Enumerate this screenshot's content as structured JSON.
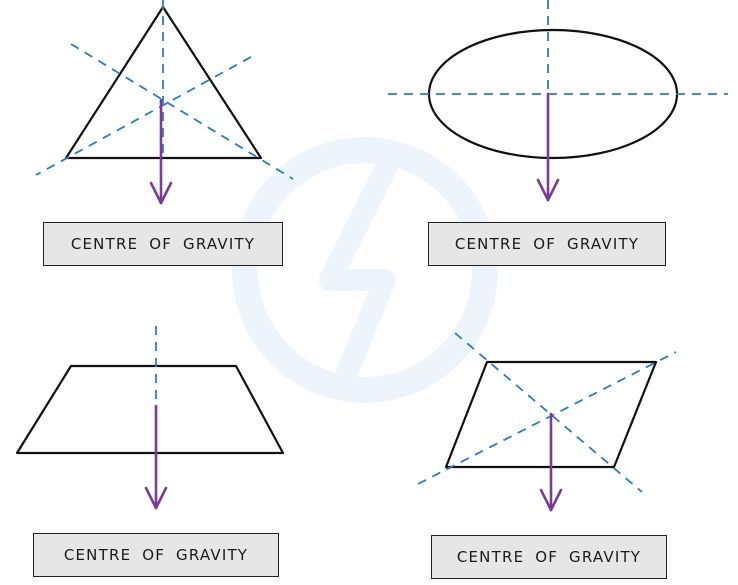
{
  "diagram": {
    "panels": [
      {
        "shape": "triangle",
        "label": "CENTRE OF GRAVITY"
      },
      {
        "shape": "ellipse",
        "label": "CENTRE OF GRAVITY"
      },
      {
        "shape": "trapezium",
        "label": "CENTRE OF GRAVITY"
      },
      {
        "shape": "parallelogram",
        "label": "CENTRE OF GRAVITY"
      }
    ],
    "colors": {
      "outline": "#111111",
      "symmetry_line": "#2b7bc4",
      "arrow": "#7a3a9c",
      "label_fill": "#e6e6e6",
      "watermark": "#eef4fb"
    }
  }
}
